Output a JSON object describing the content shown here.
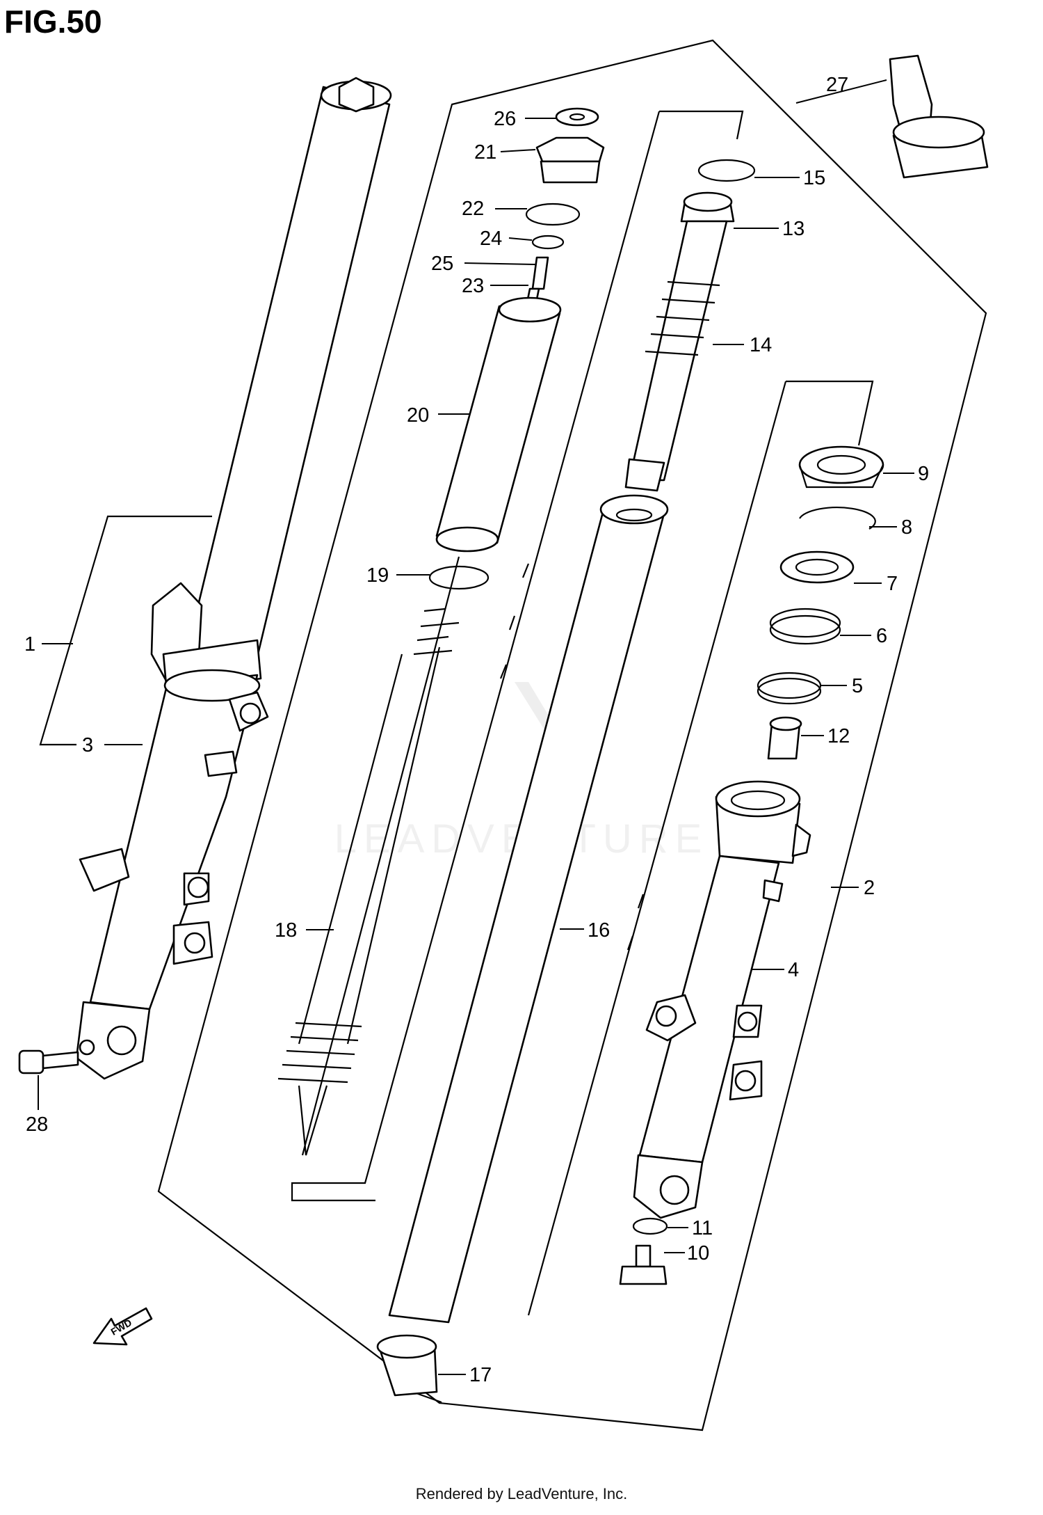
{
  "figure": {
    "title": "FIG.50",
    "footer": "Rendered by LeadVenture, Inc.",
    "watermark": "LEADVENTURE",
    "fwd_label": "FWD"
  },
  "callouts": {
    "c1": "1",
    "c2": "2",
    "c3": "3",
    "c4": "4",
    "c5": "5",
    "c6": "6",
    "c7": "7",
    "c8": "8",
    "c9": "9",
    "c10": "10",
    "c11": "11",
    "c12": "12",
    "c13": "13",
    "c14": "14",
    "c15": "15",
    "c16": "16",
    "c17": "17",
    "c18": "18",
    "c19": "19",
    "c20": "20",
    "c21": "21",
    "c22": "22",
    "c23": "23",
    "c24": "24",
    "c25": "25",
    "c26": "26",
    "c27": "27",
    "c28": "28"
  }
}
